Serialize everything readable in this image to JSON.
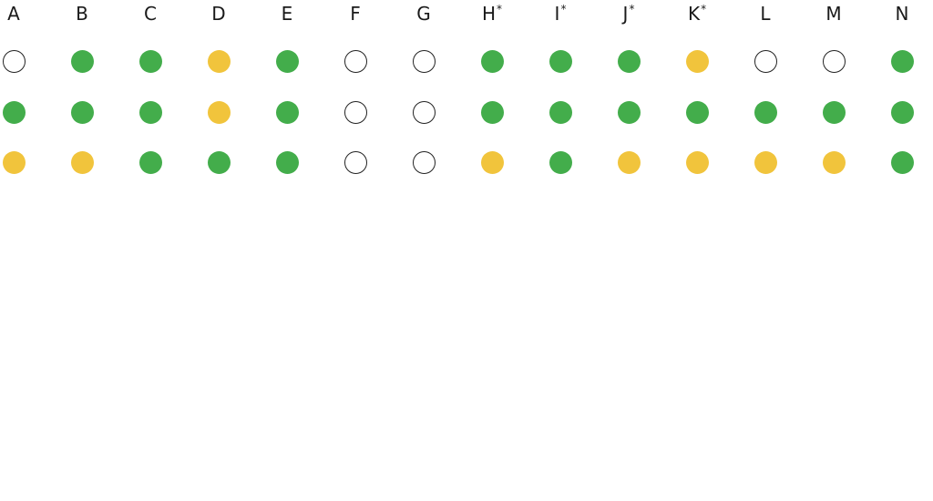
{
  "columns": [
    {
      "label": "A",
      "mark": ""
    },
    {
      "label": "B",
      "mark": ""
    },
    {
      "label": "C",
      "mark": ""
    },
    {
      "label": "D",
      "mark": ""
    },
    {
      "label": "E",
      "mark": ""
    },
    {
      "label": "F",
      "mark": ""
    },
    {
      "label": "G",
      "mark": ""
    },
    {
      "label": "H",
      "mark": "*"
    },
    {
      "label": "I",
      "mark": "*"
    },
    {
      "label": "J",
      "mark": "*"
    },
    {
      "label": "K",
      "mark": "*"
    },
    {
      "label": "L",
      "mark": ""
    },
    {
      "label": "M",
      "mark": ""
    },
    {
      "label": "N",
      "mark": ""
    }
  ],
  "rows": [
    [
      "empty",
      "green",
      "green",
      "yellow",
      "green",
      "empty",
      "empty",
      "green",
      "green",
      "green",
      "yellow",
      "empty",
      "empty",
      "green"
    ],
    [
      "green",
      "green",
      "green",
      "yellow",
      "green",
      "empty",
      "empty",
      "green",
      "green",
      "green",
      "green",
      "green",
      "green",
      "green"
    ],
    [
      "yellow",
      "yellow",
      "green",
      "green",
      "green",
      "empty",
      "empty",
      "yellow",
      "green",
      "yellow",
      "yellow",
      "yellow",
      "yellow",
      "green"
    ]
  ],
  "colors": {
    "green": "#43ad4b",
    "yellow": "#f1c43c",
    "empty": "#ffffff",
    "outline": "#222222"
  }
}
